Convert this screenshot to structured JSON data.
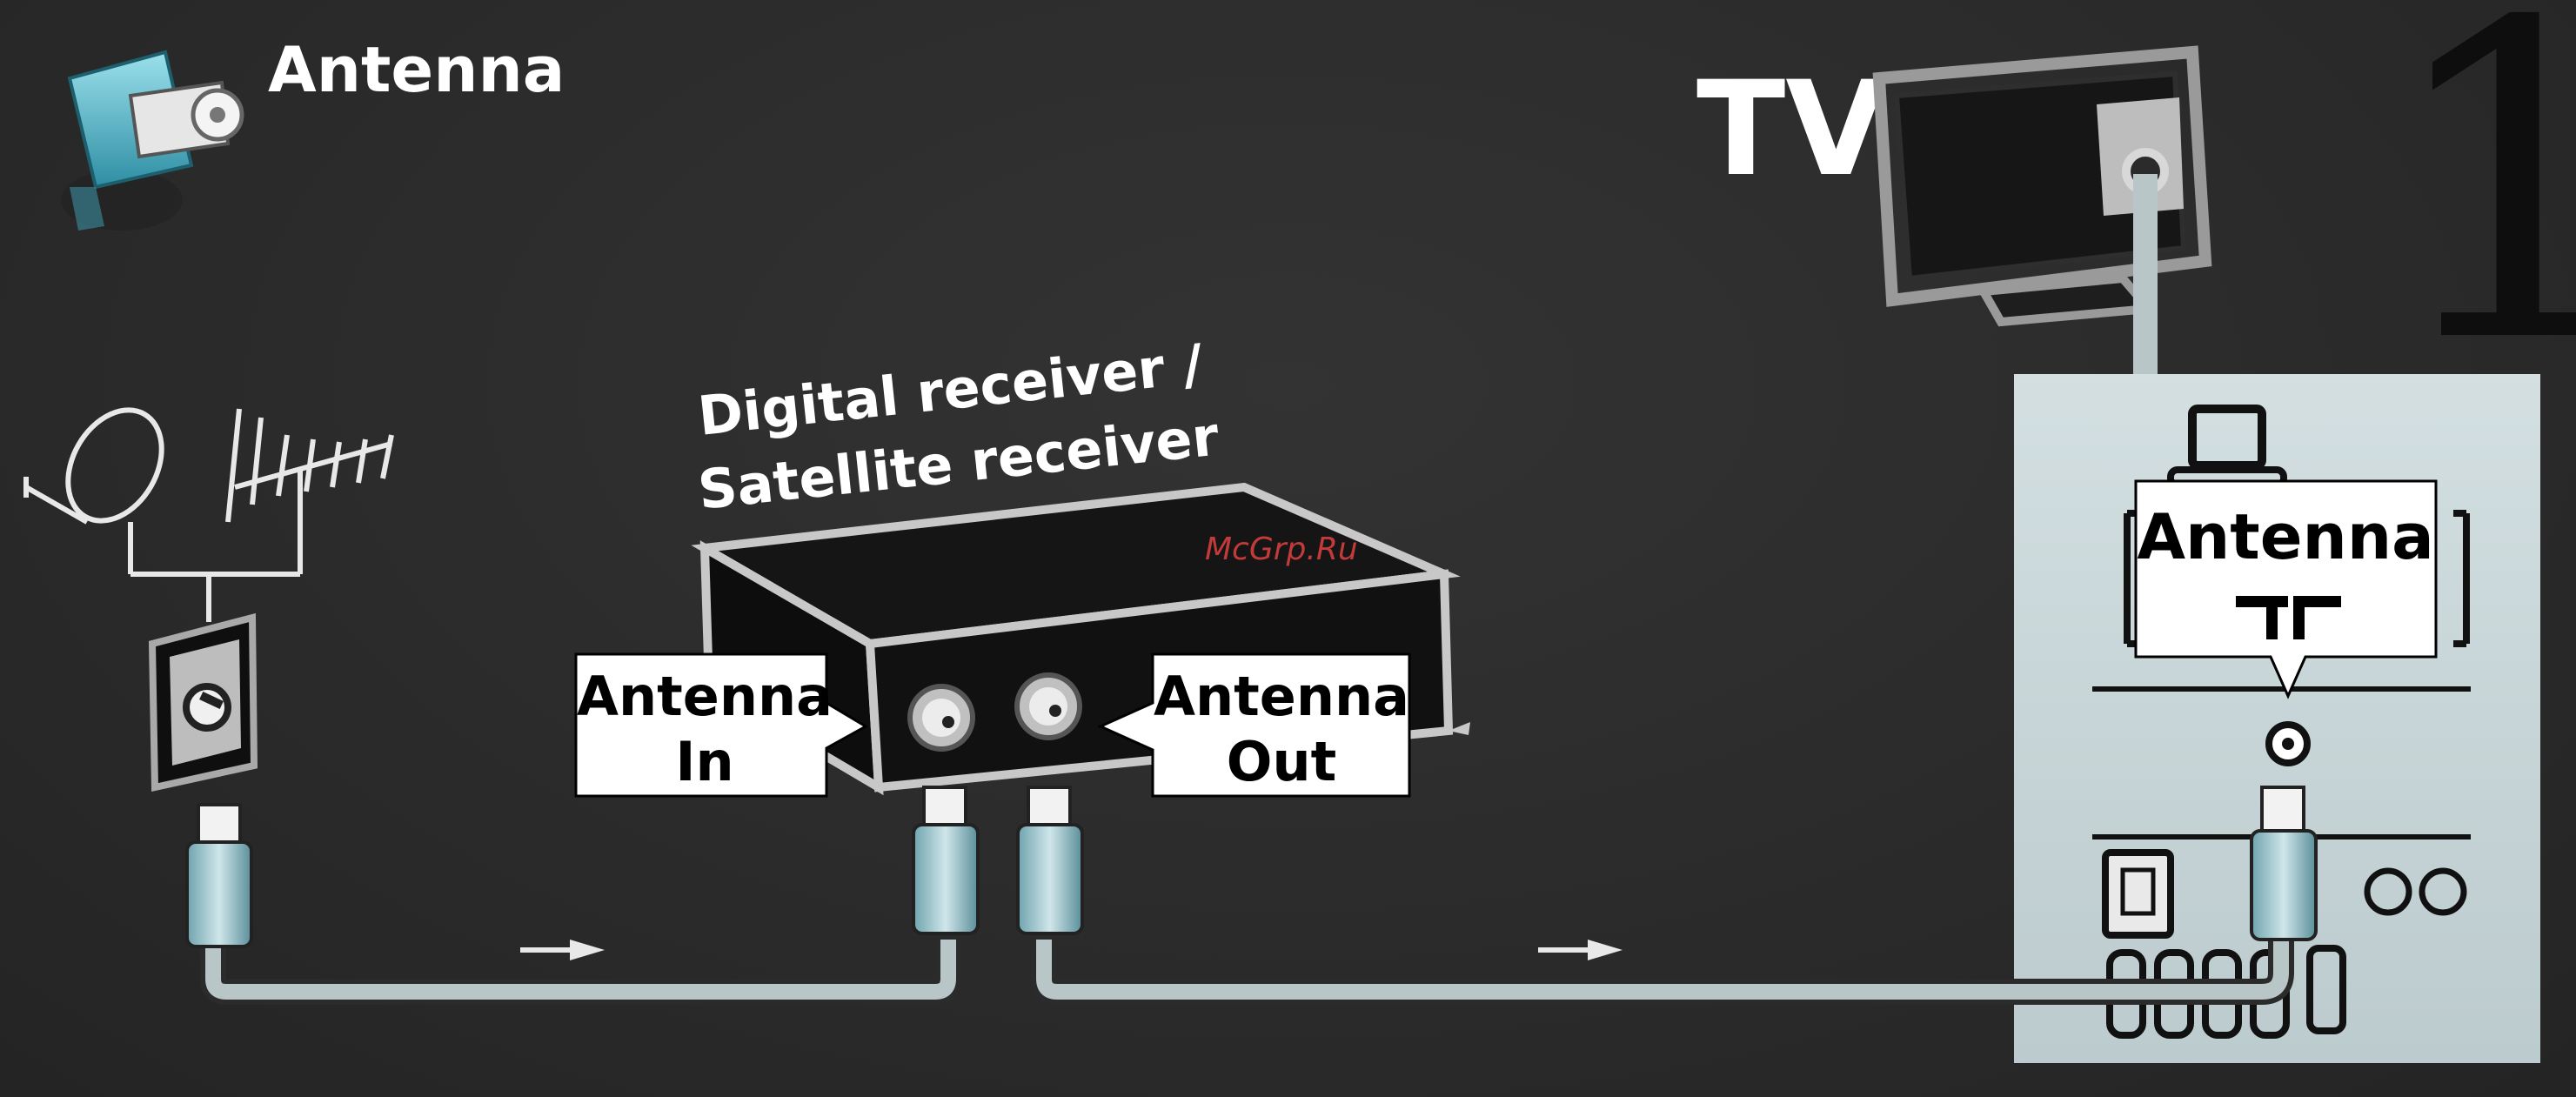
{
  "header": {
    "title": "Antenna",
    "step_number": "1"
  },
  "tv": {
    "label": "TV"
  },
  "receiver": {
    "label_line1": "Digital receiver /",
    "label_line2": "Satellite receiver"
  },
  "callouts": {
    "antenna_in_line1": "Antenna",
    "antenna_in_line2": "In",
    "antenna_out_line1": "Antenna",
    "antenna_out_line2": "Out",
    "tv_antenna": "Antenna"
  },
  "watermark": "McGrp.Ru",
  "colors": {
    "background": "#2b2b2b",
    "panel": "#c9d6d8",
    "cable": "#b9c6c8",
    "plug": "#9fb4b8",
    "callout_bg": "#ffffff",
    "accent_icon": "#4fb7c9"
  },
  "icons": [
    "antenna-plug-icon",
    "satellite-dish-icon",
    "yagi-antenna-icon",
    "wall-socket-icon",
    "tv-icon",
    "antenna-symbol-icon",
    "flow-arrow-icon"
  ]
}
